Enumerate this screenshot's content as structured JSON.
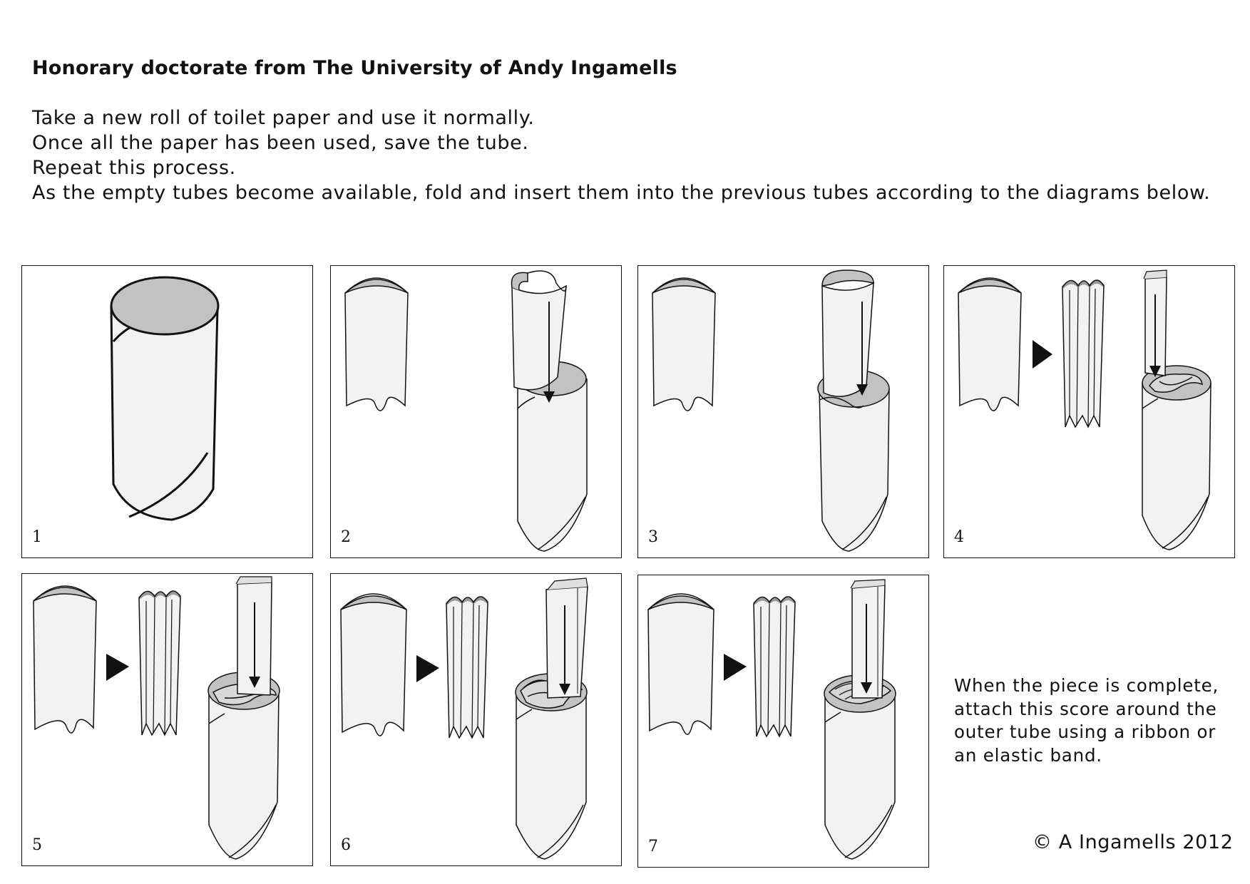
{
  "title": "Honorary doctorate from The University of Andy Ingamells",
  "instructions": [
    "Take a new roll of toilet paper and use it normally.",
    "Once all the paper has been used, save the tube.",
    "Repeat this process.",
    "As the empty tubes become available, fold and insert them into the previous tubes according to the diagrams below."
  ],
  "panels": [
    {
      "number": "1"
    },
    {
      "number": "2"
    },
    {
      "number": "3"
    },
    {
      "number": "4"
    },
    {
      "number": "5"
    },
    {
      "number": "6"
    },
    {
      "number": "7"
    }
  ],
  "completion_note": [
    "When the piece is complete,",
    "attach this score around the",
    "outer tube using a ribbon or",
    "an elastic band."
  ],
  "copyright": "© A Ingamells 2012",
  "colors": {
    "tube_fill": "#f2f2f2",
    "inner_fill": "#c2c2c2",
    "outline": "#111111"
  }
}
